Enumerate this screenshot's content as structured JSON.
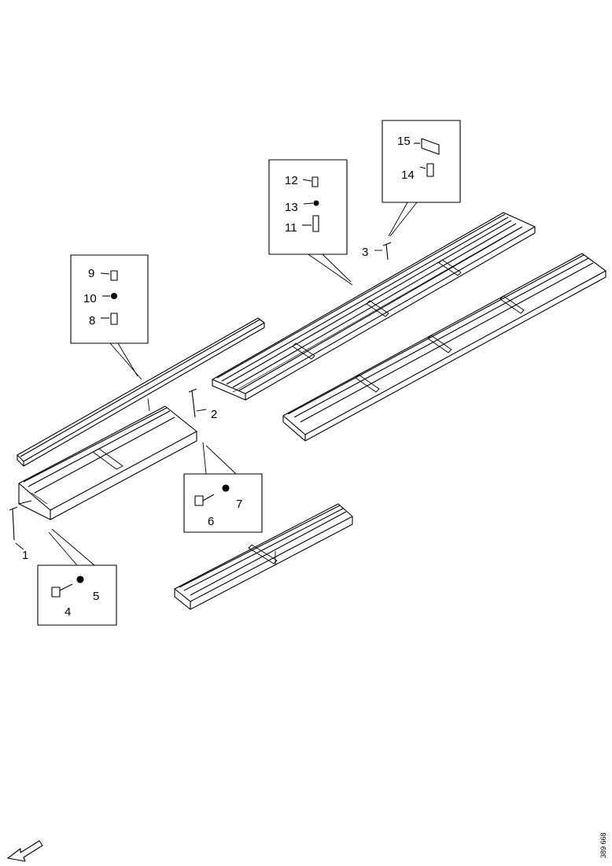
{
  "callouts": {
    "c1": "1",
    "c2": "2",
    "c3": "3",
    "c4": "4",
    "c5": "5",
    "c6": "6",
    "c7": "7",
    "c8": "8",
    "c9": "9",
    "c10": "10",
    "c11": "11",
    "c12": "12",
    "c13": "13",
    "c14": "14",
    "c15": "15"
  },
  "reference_number": "389 668",
  "icons": {
    "orientation": "orientation-arrow-icon"
  }
}
